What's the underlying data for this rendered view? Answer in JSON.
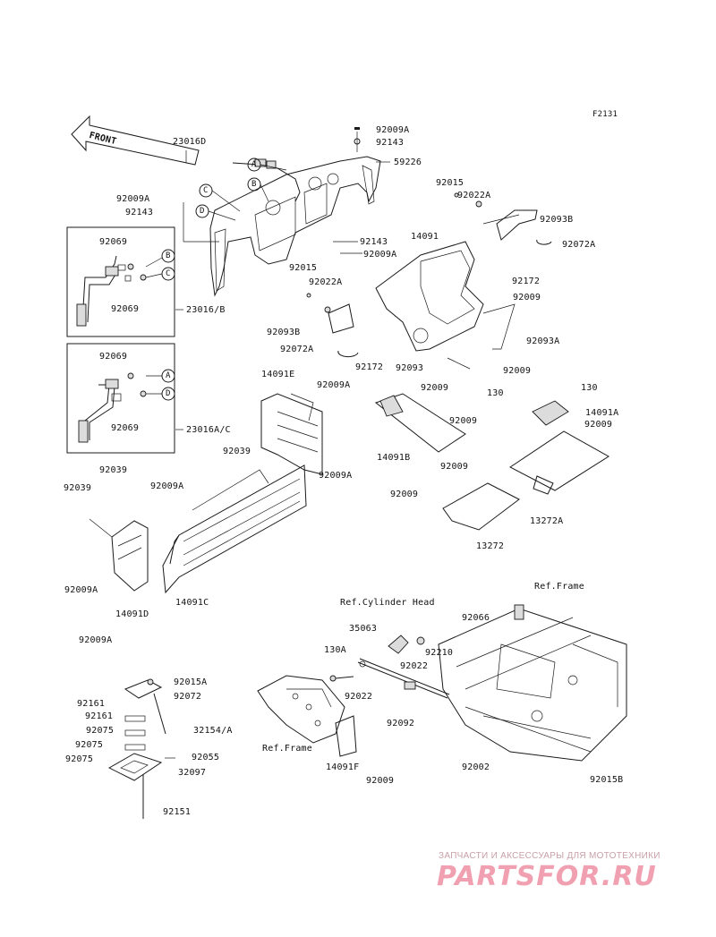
{
  "diagram": {
    "code": "F2131",
    "front_label": "FRONT",
    "ref_cylinder_head": "Ref.Cylinder Head",
    "ref_frame_top": "Ref.Frame",
    "ref_frame_bottom": "Ref.Frame",
    "callouts": {
      "a": "A",
      "b": "B",
      "c": "C",
      "d": "D"
    },
    "parts": {
      "p92009A_top": "92009A",
      "p92143_top": "92143",
      "p59226": "59226",
      "p23016D": "23016D",
      "p92009A_left": "92009A",
      "p92143_left": "92143",
      "p92143_mid": "92143",
      "p92009A_mid": "92009A",
      "p92015_r": "92015",
      "p92022A_r": "92022A",
      "p92093B_r": "92093B",
      "p92072A_r": "92072A",
      "p92172_r": "92172",
      "p14091": "14091",
      "p92009_r1": "92009",
      "p92093A": "92093A",
      "p92093": "92093",
      "p92009_r2": "92009",
      "p92015_m": "92015",
      "p92022A_m": "92022A",
      "p92093B_m": "92093B",
      "p92072A_m": "92072A",
      "p92172_m": "92172",
      "p92069_b1": "92069",
      "p92069_b2": "92069",
      "p23016B": "23016/B",
      "p92069_c1": "92069",
      "p92069_c2": "92069",
      "p23016AC": "23016A/C",
      "p14091E": "14091E",
      "p92009A_e": "92009A",
      "p92039_e": "92039",
      "p92009A_e2": "92009A",
      "p92009_t1": "92009",
      "p14091B": "14091B",
      "p130_l": "130",
      "p130_r": "130",
      "p14091A": "14091A",
      "p92009_t2": "92009",
      "p92009_t3": "92009",
      "p92009_t4": "92009",
      "p92009_t5": "92009",
      "p13272A": "13272A",
      "p13272": "13272",
      "p92039_a": "92039",
      "p92039_b": "92039",
      "p92009A_c": "92009A",
      "p14091C": "14091C",
      "p92009A_d1": "92009A",
      "p14091D": "14091D",
      "p92009A_d2": "92009A",
      "p92066": "92066",
      "p35063": "35063",
      "p92210": "92210",
      "p130A": "130A",
      "p92022_a": "92022",
      "p92022_b": "92022",
      "p92092": "92092",
      "p14091F": "14091F",
      "p92009_f": "92009",
      "p92002": "92002",
      "p92015B": "92015B",
      "p92015A": "92015A",
      "p92161_a": "92161",
      "p92072": "92072",
      "p92161_b": "92161",
      "p32154A": "32154/A",
      "p92075_a": "92075",
      "p92075_b": "92075",
      "p92055": "92055",
      "p92075_c": "92075",
      "p32097": "32097",
      "p92151": "92151"
    }
  },
  "watermark": {
    "tagline": "ЗАПЧАСТИ И АКСЕССУАРЫ ДЛЯ МОТОТЕХНИКИ",
    "logo": "PARTSFOR.RU",
    "color": "#f0a0b0"
  }
}
